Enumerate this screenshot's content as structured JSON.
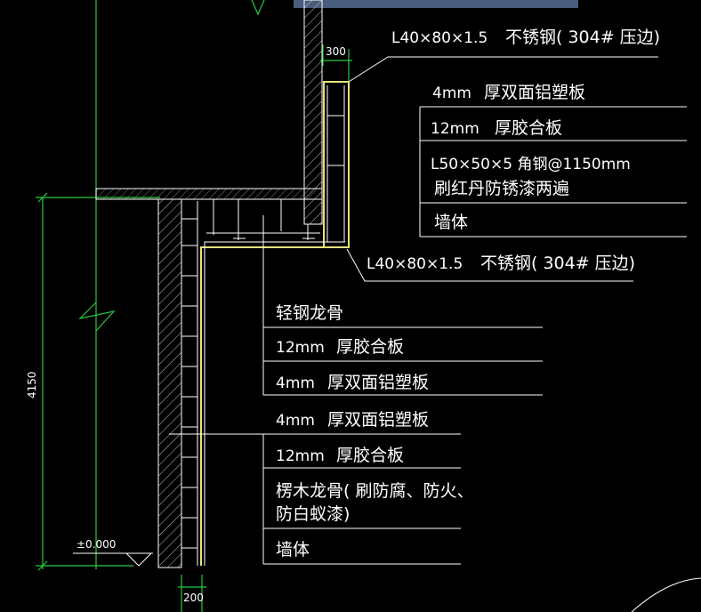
{
  "dimensions": {
    "top_width": "300",
    "bottom_width": "200",
    "height": "4150",
    "level": "±0.000"
  },
  "callouts": {
    "top_edge_trim": {
      "spec": "L40×80×1.5",
      "material": "不锈钢( 304#  压边)"
    },
    "bottom_edge_trim": {
      "spec": "L40×80×1.5",
      "material": "不锈钢( 304#  压边)"
    }
  },
  "upright_layers": [
    {
      "thickness": "4mm",
      "material": "厚双面铝塑板"
    },
    {
      "thickness": "12mm",
      "material": "厚胶合板"
    },
    {
      "line1": "L50×50×5   角钢@1150mm",
      "line2": "刷红丹防锈漆两遍"
    },
    {
      "material": "墙体"
    }
  ],
  "ceiling_layers": [
    {
      "material": "轻钢龙骨"
    },
    {
      "thickness": "12mm",
      "material": "厚胶合板"
    },
    {
      "thickness": "4mm",
      "material": "厚双面铝塑板"
    }
  ],
  "wall_layers": [
    {
      "thickness": "4mm",
      "material": "厚双面铝塑板"
    },
    {
      "thickness": "12mm",
      "material": "厚胶合板"
    },
    {
      "line1": "楞木龙骨( 刷防腐、防火、",
      "line2": "防白蚁漆)"
    },
    {
      "material": "墙体"
    }
  ],
  "colors": {
    "background": "#000000",
    "green_dims": "#27c940",
    "white_lines": "#ffffff",
    "yellow_panel": "#e6e27a",
    "top_banner": "#4a5d7e"
  }
}
